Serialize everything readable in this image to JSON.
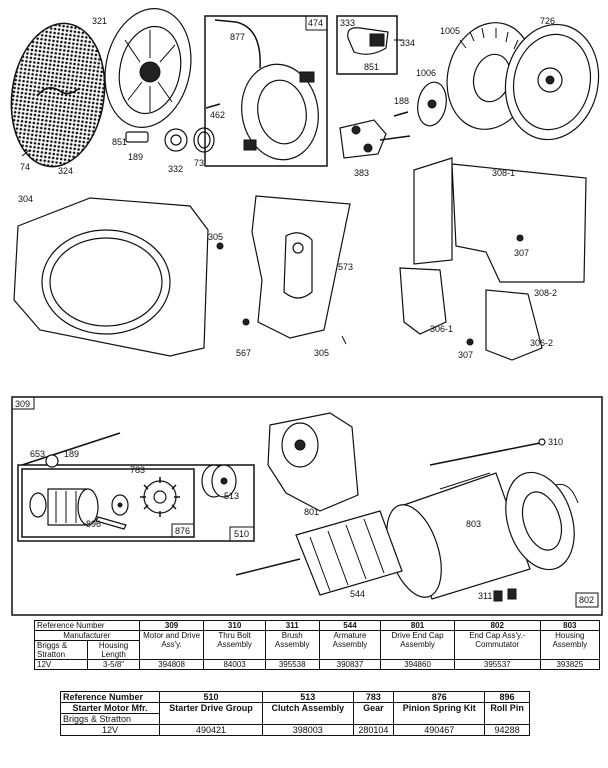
{
  "callouts_top": {
    "c321": "321",
    "c74": "74",
    "c324": "324",
    "c851a": "851",
    "c189a": "189",
    "c332": "332",
    "c73": "73",
    "c462": "462",
    "c474": "474",
    "c877": "877",
    "c333": "333",
    "c334": "334",
    "c851b": "851",
    "c1005": "1005",
    "c1006": "1006",
    "c726": "726",
    "c188": "188",
    "c383": "383",
    "c304": "304",
    "c305a": "305",
    "c573": "573",
    "c567": "567",
    "c305b": "305",
    "c308_1": "308-1",
    "c307a": "307",
    "c308_2": "308-2",
    "c306_1": "306-1",
    "c307b": "307",
    "c306_2": "306-2"
  },
  "callouts_bottom": {
    "c309": "309",
    "c653": "653",
    "c189": "189",
    "c783": "783",
    "c513": "513",
    "c896": "896",
    "c876": "876",
    "c510": "510",
    "c801": "801",
    "c310": "310",
    "c803": "803",
    "c544": "544",
    "c311": "311",
    "c802": "802"
  },
  "table1": {
    "ref_label": "Reference Number",
    "cols": [
      {
        "num": "309",
        "desc": "Motor and Drive Ass'y.",
        "val": "394808"
      },
      {
        "num": "310",
        "desc": "Thru Bolt Assembly",
        "val": "84003"
      },
      {
        "num": "311",
        "desc": "Brush Assembly",
        "val": "395538"
      },
      {
        "num": "544",
        "desc": "Armature Assembly",
        "val": "390837"
      },
      {
        "num": "801",
        "desc": "Drive End Cap Assembly",
        "val": "394860"
      },
      {
        "num": "802",
        "desc": "End Cap Ass'y.- Commutator",
        "val": "395537"
      },
      {
        "num": "803",
        "desc": "Housing Assembly",
        "val": "393825"
      }
    ],
    "manufacturer_label": "Manufacturer",
    "briggs": "Briggs & Stratton",
    "housing_length": "Housing Length",
    "voltage": "12V",
    "length_value": "3-5/8\""
  },
  "table2": {
    "ref_label": "Reference Number",
    "starter_label": "Starter Motor Mfr.",
    "briggs": "Briggs & Stratton",
    "voltage": "12V",
    "cols": [
      {
        "num": "510",
        "desc": "Starter Drive Group",
        "val": "490421"
      },
      {
        "num": "513",
        "desc": "Clutch Assembly",
        "val": "398003"
      },
      {
        "num": "783",
        "desc": "Gear",
        "val": "280104"
      },
      {
        "num": "876",
        "desc": "Pinion Spring Kit",
        "val": "490467"
      },
      {
        "num": "896",
        "desc": "Roll Pin",
        "val": "94288"
      }
    ]
  }
}
